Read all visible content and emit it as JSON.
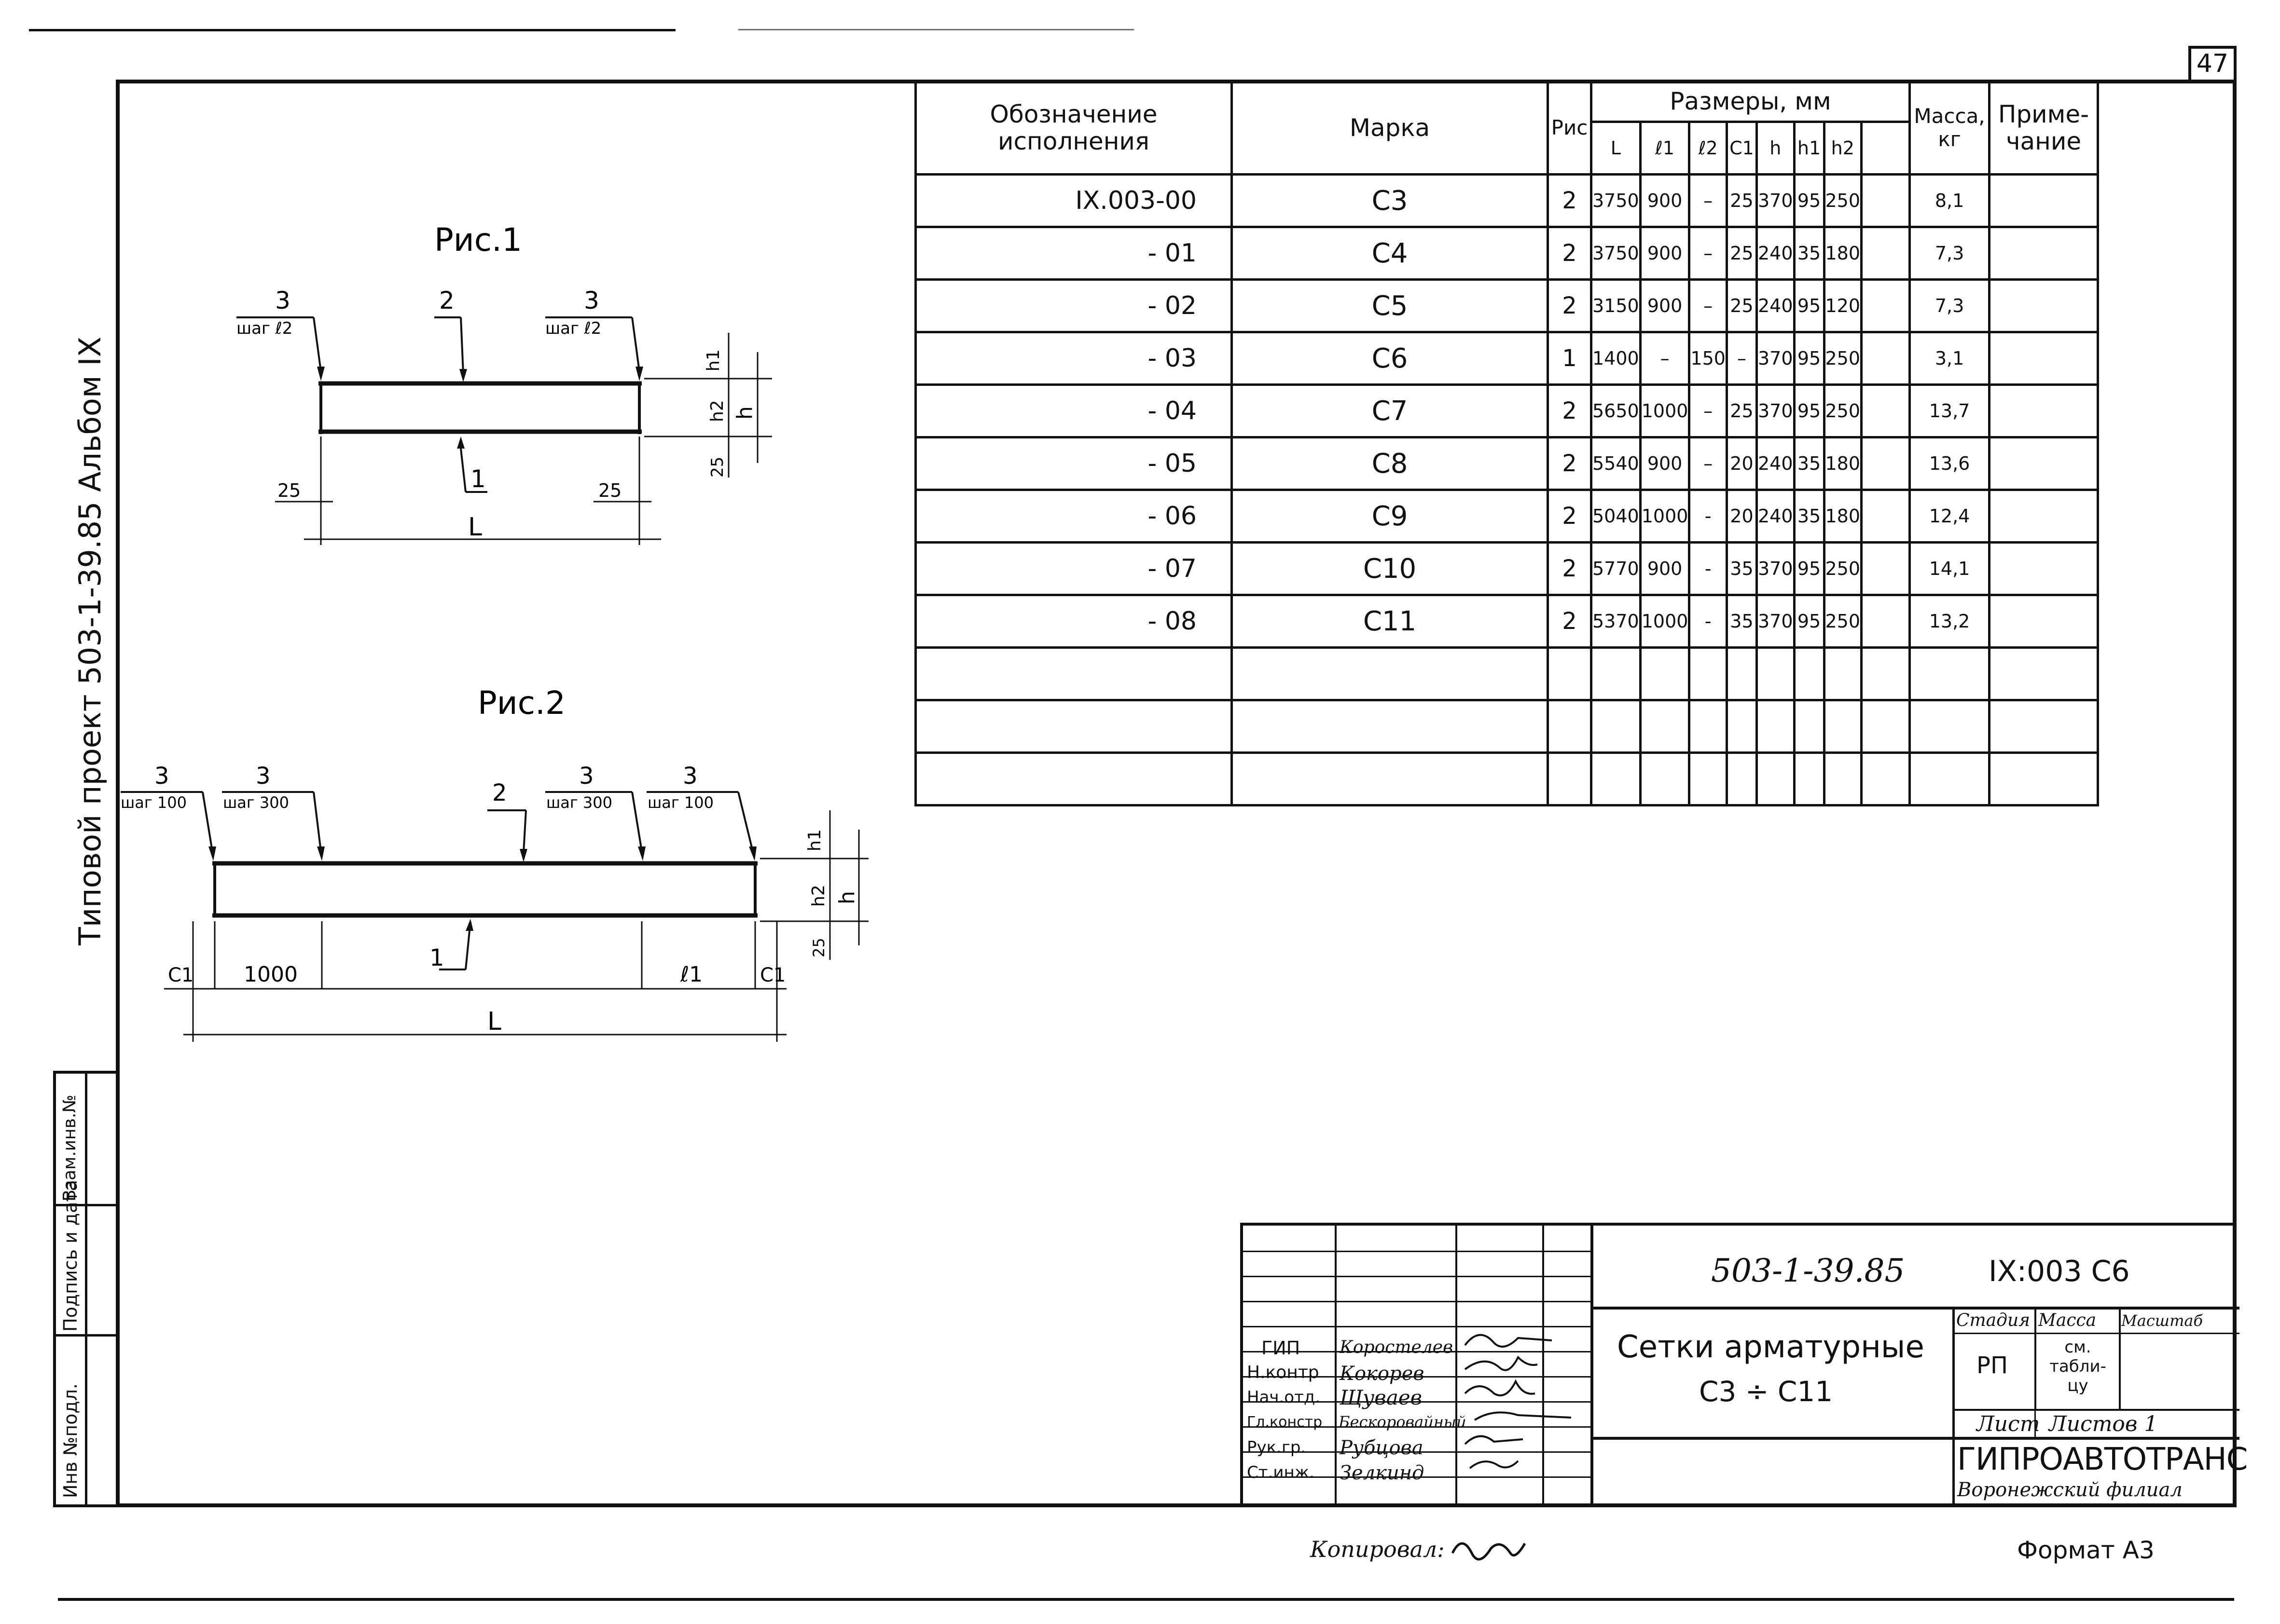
{
  "sheet_number": "47",
  "side": {
    "text": "Типовой   проект   503-1-39.85   Альбом IX",
    "stamp_labels": [
      "Инв №подл.",
      "Подпись и дата",
      "Взам.инв.№"
    ]
  },
  "fig1": {
    "title": "Рис.1",
    "c1": "3",
    "c1_sub": "шаг ℓ2",
    "c2": "2",
    "c3": "3",
    "c3_sub": "шаг ℓ2",
    "c4": "1",
    "dim_l1": "25",
    "dim_l2": "25",
    "dim_L": "L",
    "dim_h1": "h1",
    "dim_h2": "h2",
    "dim_h": "h",
    "dim_25": "25"
  },
  "fig2": {
    "title": "Рис.2",
    "c1": "3",
    "c1_sub": "шаг 100",
    "c2": "3",
    "c2_sub": "шаг 300",
    "c3": "2",
    "c4": "3",
    "c4_sub": "шаг 300",
    "c5": "3",
    "c5_sub": "шаг 100",
    "c6": "1",
    "dim_c1": "C1",
    "dim_1000": "1000",
    "dim_l1": "ℓ1",
    "dim_c1b": "C1",
    "dim_L": "L",
    "dim_h1": "h1",
    "dim_h2": "h2",
    "dim_h": "h",
    "dim_25": "25"
  },
  "table": {
    "h_desig": "Обозначение исполнения",
    "h_mark": "Марка",
    "h_fig": "Рис",
    "h_dims": "Размеры, мм",
    "h_mass": "Масса, кг",
    "h_note": "Приме-чание",
    "dims_sub": [
      "L",
      "ℓ1",
      "ℓ2",
      "C1",
      "h",
      "h1",
      "h2"
    ],
    "rows": [
      {
        "desig": "IX.003-00",
        "mark": "C3",
        "fig": "2",
        "L": "3750",
        "l1": "900",
        "l2": "–",
        "c1": "25",
        "h": "370",
        "h1": "95",
        "h2": "250",
        "mass": "8,1",
        "note": ""
      },
      {
        "desig": "- 01",
        "mark": "C4",
        "fig": "2",
        "L": "3750",
        "l1": "900",
        "l2": "–",
        "c1": "25",
        "h": "240",
        "h1": "35",
        "h2": "180",
        "mass": "7,3",
        "note": ""
      },
      {
        "desig": "- 02",
        "mark": "C5",
        "fig": "2",
        "L": "3150",
        "l1": "900",
        "l2": "–",
        "c1": "25",
        "h": "240",
        "h1": "95",
        "h2": "120",
        "mass": "7,3",
        "note": ""
      },
      {
        "desig": "- 03",
        "mark": "C6",
        "fig": "1",
        "L": "1400",
        "l1": "–",
        "l2": "150",
        "c1": "–",
        "h": "370",
        "h1": "95",
        "h2": "250",
        "mass": "3,1",
        "note": ""
      },
      {
        "desig": "- 04",
        "mark": "C7",
        "fig": "2",
        "L": "5650",
        "l1": "1000",
        "l2": "–",
        "c1": "25",
        "h": "370",
        "h1": "95",
        "h2": "250",
        "mass": "13,7",
        "note": ""
      },
      {
        "desig": "- 05",
        "mark": "C8",
        "fig": "2",
        "L": "5540",
        "l1": "900",
        "l2": "–",
        "c1": "20",
        "h": "240",
        "h1": "35",
        "h2": "180",
        "mass": "13,6",
        "note": ""
      },
      {
        "desig": "- 06",
        "mark": "C9",
        "fig": "2",
        "L": "5040",
        "l1": "1000",
        "l2": "-",
        "c1": "20",
        "h": "240",
        "h1": "35",
        "h2": "180",
        "mass": "12,4",
        "note": ""
      },
      {
        "desig": "- 07",
        "mark": "C10",
        "fig": "2",
        "L": "5770",
        "l1": "900",
        "l2": "-",
        "c1": "35",
        "h": "370",
        "h1": "95",
        "h2": "250",
        "mass": "14,1",
        "note": ""
      },
      {
        "desig": "- 08",
        "mark": "C11",
        "fig": "2",
        "L": "5370",
        "l1": "1000",
        "l2": "-",
        "c1": "35",
        "h": "370",
        "h1": "95",
        "h2": "250",
        "mass": "13,2",
        "note": ""
      }
    ]
  },
  "title_block": {
    "doc_code": "503-1-39.85",
    "sheet_code": "IX:003 C6",
    "title_line1": "Сетки арматурные",
    "title_line2": "C3 ÷ C11",
    "stage_label": "Стадия",
    "mass_label": "Масса",
    "scale_label": "Масштаб",
    "stage_value": "РП",
    "mass_value": "см. табли-цу",
    "sheet_label": "Лист",
    "sheets_label": "Листов 1",
    "org1": "ГИПРОАВТОТРАНС",
    "org2": "Воронежский филиал",
    "staff": [
      {
        "role": "ГИП",
        "name": "Коростелев"
      },
      {
        "role": "Н.контр",
        "name": "Кокорев"
      },
      {
        "role": "Нач.отд.",
        "name": "Щуваев"
      },
      {
        "role": "Гл.констр",
        "name": "Бескоровайный"
      },
      {
        "role": "Рук.гр.",
        "name": "Рубцова"
      },
      {
        "role": "Ст.инж.",
        "name": "Зелкинд"
      }
    ]
  },
  "footer": {
    "copied": "Копировал:",
    "format": "Формат А3"
  }
}
